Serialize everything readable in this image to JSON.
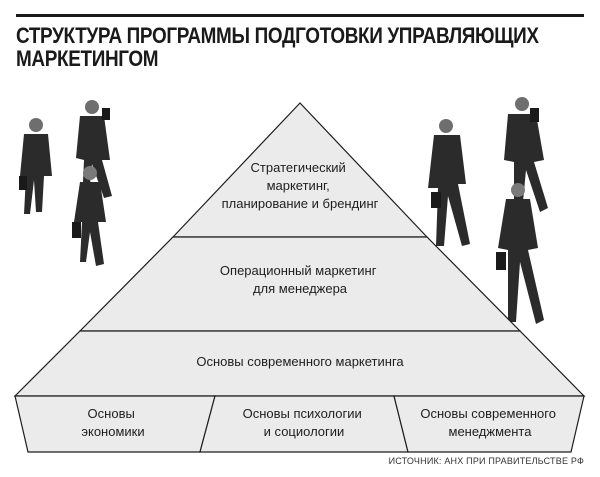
{
  "title": {
    "line1": "СТРУКТУРА ПРОГРАММЫ ПОДГОТОВКИ УПРАВЛЯЮЩИХ",
    "line2": "МАРКЕТИНГОМ"
  },
  "pyramid": {
    "levels": [
      {
        "lines": [
          "Стратегический",
          "маркетинг,",
          "планирование и брендинг"
        ]
      },
      {
        "lines": [
          "Операционный маркетинг",
          "для менеджера"
        ]
      },
      {
        "lines": [
          "Основы современного маркетинга"
        ]
      }
    ]
  },
  "foundations": [
    {
      "lines": [
        "Основы",
        "экономики"
      ]
    },
    {
      "lines": [
        "Основы психологии",
        "и социологии"
      ]
    },
    {
      "lines": [
        "Основы современного",
        "менеджмента"
      ]
    }
  ],
  "source": "ИСТОЧНИК: АНХ ПРИ ПРАВИТЕЛЬСТВЕ РФ",
  "colors": {
    "fill": "#ebebeb",
    "stroke": "#1e1e1e",
    "figure": "#2a2a2a"
  }
}
